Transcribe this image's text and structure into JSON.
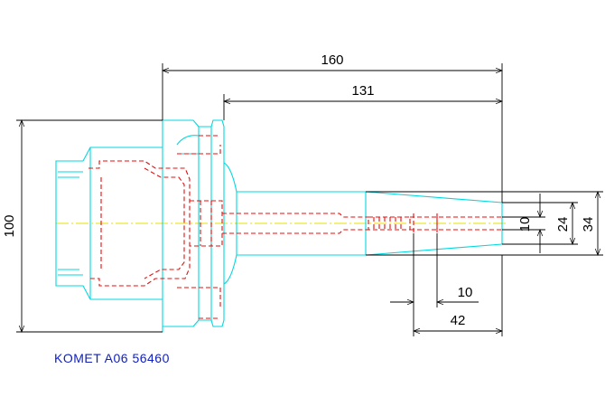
{
  "dimensions": {
    "overall_length": "160",
    "gauge_length": "131",
    "flange_diameter": "100",
    "outer_diameter": "34",
    "middle_diameter": "24",
    "bore_diameter": "10",
    "tail_length": "42",
    "tail_offset": "10"
  },
  "caption": "KOMET A06 56460",
  "colors": {
    "outline": "#00d8e0",
    "hidden": "#e01010",
    "centerline": "#e8e000",
    "dimension": "#000000",
    "caption": "#1020c0"
  }
}
